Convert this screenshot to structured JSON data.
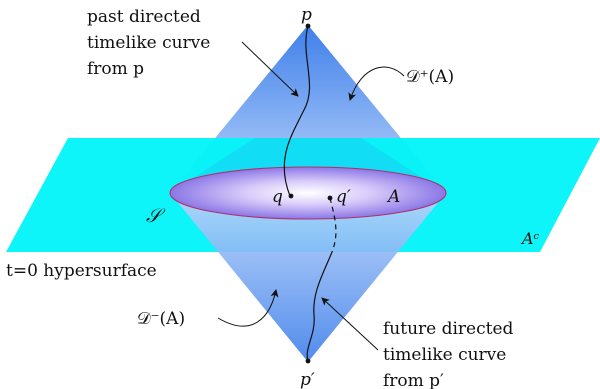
{
  "labels": {
    "past_curve": [
      "past directed",
      "timelike curve",
      "from p"
    ],
    "future_curve": [
      "future directed",
      "timelike curve",
      "from p′"
    ],
    "p": "p",
    "p_prime": "p′",
    "q": "q",
    "q_prime": "q′",
    "A": "A",
    "A_complement": "Aᶜ",
    "S": "𝒮",
    "D_plus": "𝒟⁺(A)",
    "D_minus": "𝒟⁻(A)",
    "hypersurface": "t=0  hypersurface"
  },
  "colors": {
    "plane": "#00f4f8",
    "cone_light": "#bcd6fb",
    "cone_dark": "#3f7fea",
    "disk_center": "#ffffff",
    "disk_edge": "#8b77e6",
    "disk_border": "#b0306a",
    "ink": "#111111"
  }
}
